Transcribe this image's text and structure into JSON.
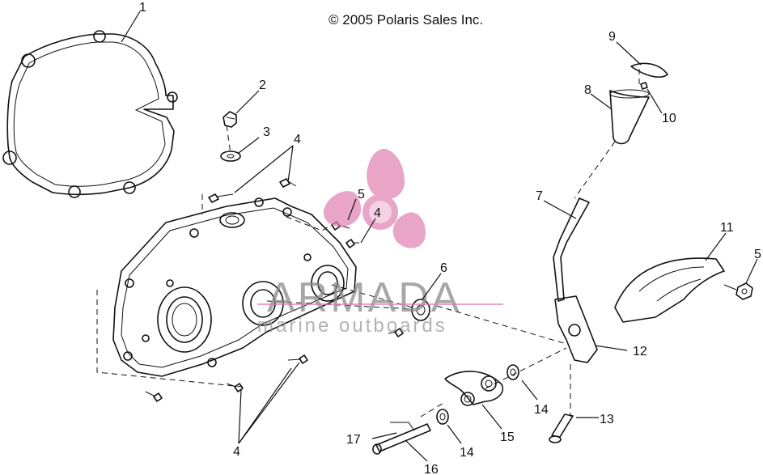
{
  "copyright": "© 2005 Polaris Sales Inc.",
  "watermark": {
    "brand": "ARMADA",
    "tagline": "marine outboards",
    "logo_color": "#e07fb0",
    "text_color": "#8a8a8a"
  },
  "callouts": {
    "c1": "1",
    "c2": "2",
    "c3": "3",
    "c4a": "4",
    "c4b": "4",
    "c4c": "4",
    "c5a": "5",
    "c5b": "5",
    "c6": "6",
    "c7": "7",
    "c8": "8",
    "c9": "9",
    "c10": "10",
    "c11": "11",
    "c12": "12",
    "c13": "13",
    "c14a": "14",
    "c14b": "14",
    "c15": "15",
    "c16": "16",
    "c17": "17"
  }
}
